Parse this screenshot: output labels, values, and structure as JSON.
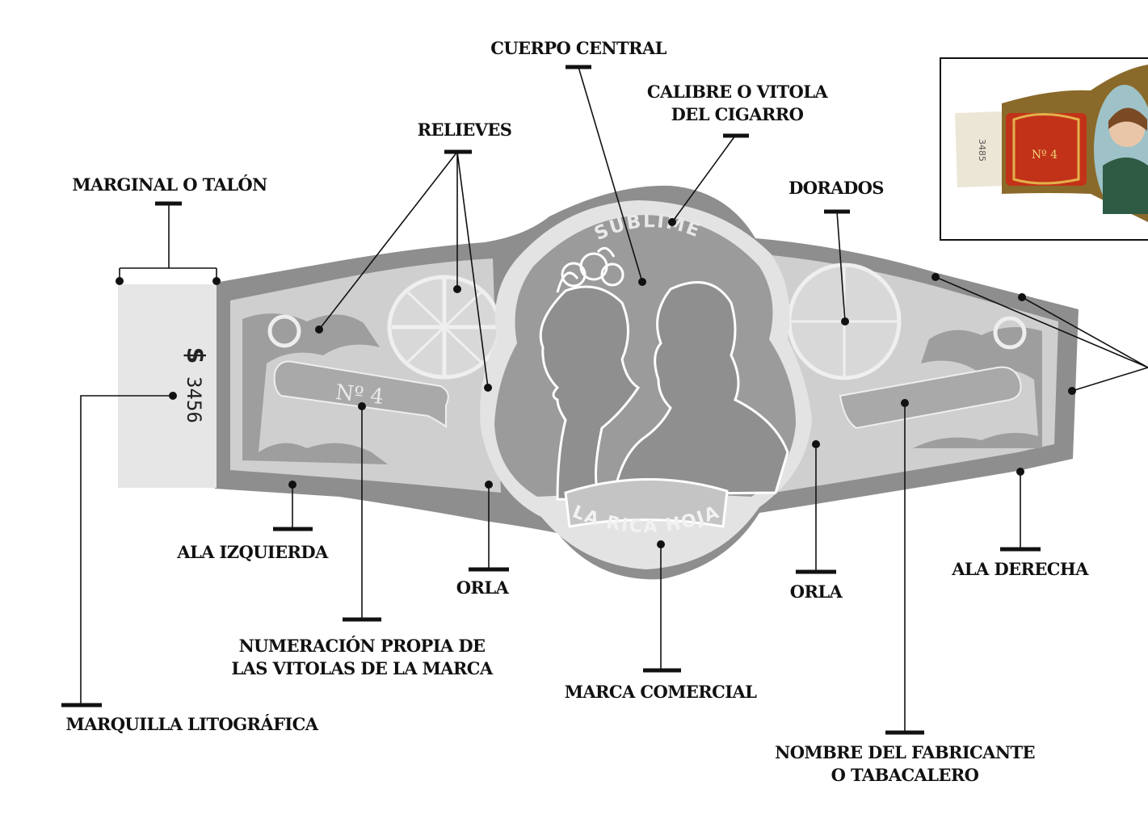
{
  "labels": {
    "cuerpo_central": "CUERPO CENTRAL",
    "calibre_1": "CALIBRE O VITOLA",
    "calibre_2": "DEL CIGARRO",
    "relieves": "RELIEVES",
    "marginal": "MARGINAL O TALÓN",
    "dorados": "DORADOS",
    "ala_izquierda": "ALA IZQUIERDA",
    "orla_left": "ORLA",
    "orla_right": "ORLA",
    "ala_derecha": "ALA DERECHA",
    "numeracion_1": "NUMERACIÓN PROPIA DE",
    "numeracion_2": "LAS VITOLAS DE LA MARCA",
    "marca_comercial": "MARCA COMERCIAL",
    "marquilla": "MARQUILLA LITOGRÁFICA",
    "fabricante_1": "NOMBRE DEL FABRICANTE",
    "fabricante_2": "O TABACALERO"
  },
  "band": {
    "top_text": "SUBLIME",
    "bottom_text": "LA RICA HOJA",
    "number": "Nº 4",
    "serial_symbol": "$",
    "serial_number": "3456"
  },
  "photo": {
    "mini_number": "Nº 4",
    "mini_serial": "3485"
  },
  "colors": {
    "band_outer": "#8e8e8e",
    "band_mid": "#c8c8c8",
    "band_light": "#dcdcdc",
    "center": "#9b9b9b",
    "stub": "#e6e6e6",
    "leader": "#111111"
  }
}
